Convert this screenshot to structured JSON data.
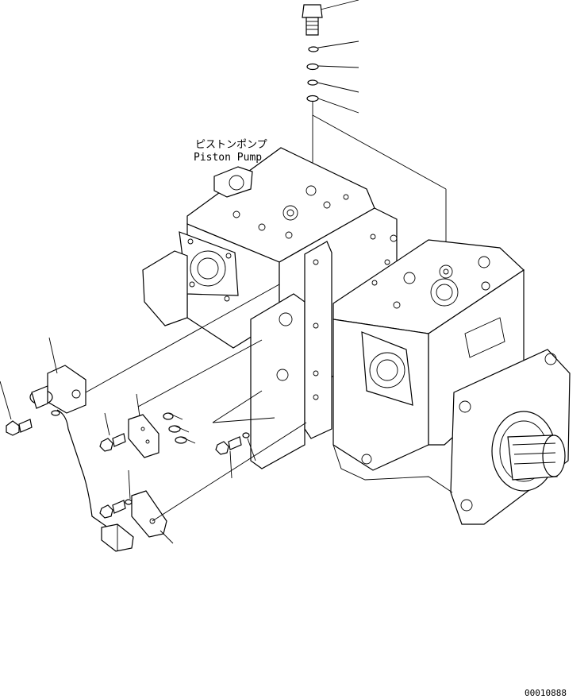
{
  "label": {
    "japanese": "ピストンポンプ",
    "english": "Piston Pump"
  },
  "drawing_number": "00010888"
}
